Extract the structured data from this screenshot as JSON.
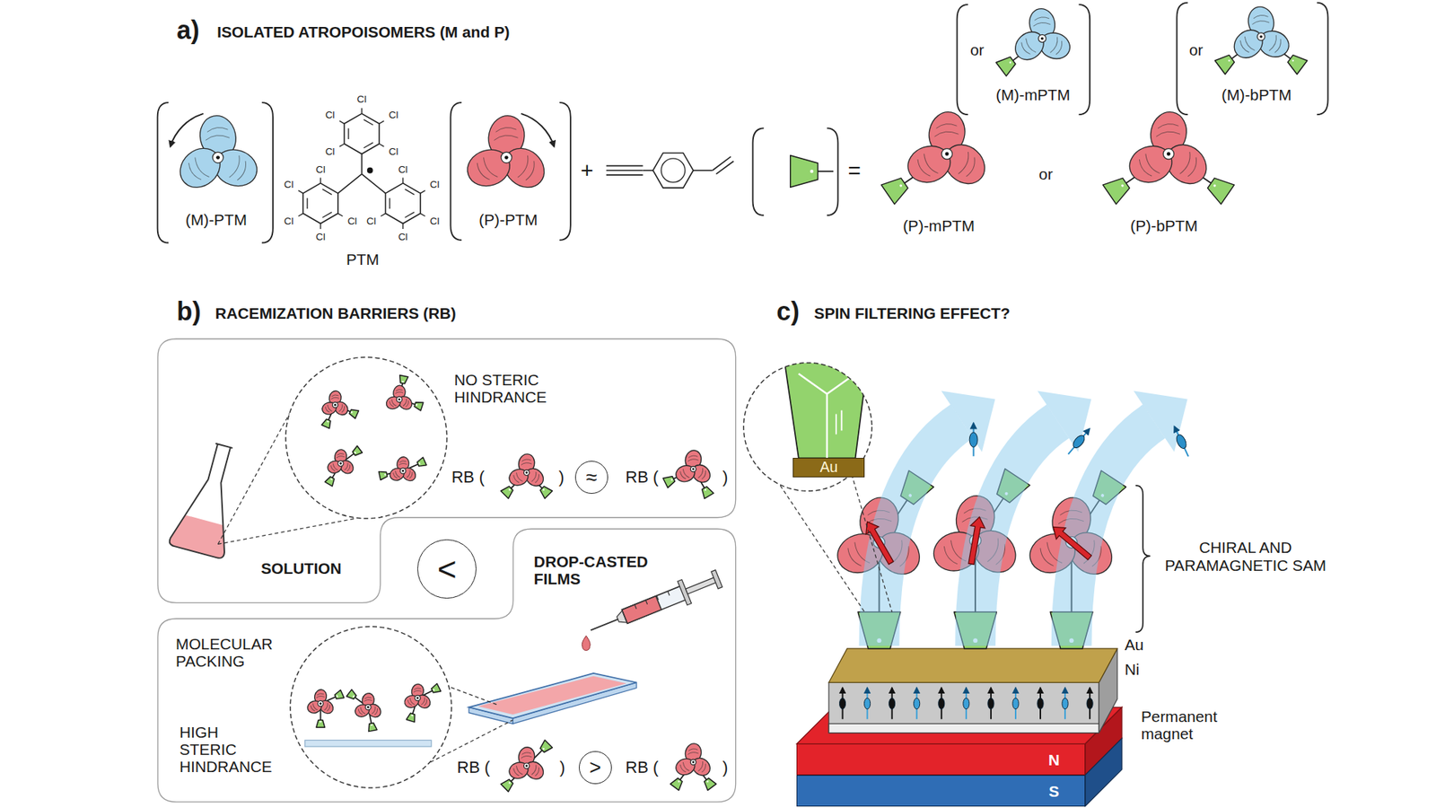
{
  "diagram": {
    "nodes": [
      {
        "text": [
          "NO STERIC HINDRANCE",
          "RB (",
          ")",
          "RB (",
          ")",
          "SOLUTION"
        ]
      },
      {
        "text": [
          "≈"
        ],
        "in": 0
      },
      {
        "text": [
          "<"
        ]
      },
      {
        "text": [
          "DROP-CASTED FILMS",
          "MOLECULAR PACKING",
          "HIGH STERIC HINDRANCE",
          "RB (",
          ")",
          "RB (",
          ")"
        ]
      },
      {
        "text": [
          ">"
        ],
        "in": 3
      },
      {
        "text": [
          "Au"
        ]
      },
      {
        "text": [
          "N"
        ]
      },
      {
        "text": [
          "S"
        ]
      }
    ],
    "labels": [
      "a)",
      "ISOLATED ATROPOISOMERS (M and P)",
      "(M)-PTM",
      "Cl",
      "Cl",
      "Cl",
      "Cl",
      "Cl",
      "Cl",
      "Cl",
      "Cl",
      "Cl",
      "Cl",
      "Cl",
      "Cl",
      "Cl",
      "Cl",
      "Cl",
      "PTM",
      "(P)-PTM",
      "+",
      "=",
      "(P)-mPTM",
      "or",
      "(P)-bPTM",
      "or",
      "(M)-mPTM",
      "or",
      "(M)-bPTM",
      "b)",
      "RACEMIZATION BARRIERS (RB)",
      "c)",
      "SPIN FILTERING EFFECT?",
      "CHIRAL AND PARAMAGNETIC SAM",
      "Au",
      "Ni",
      "Permanent magnet"
    ]
  }
}
